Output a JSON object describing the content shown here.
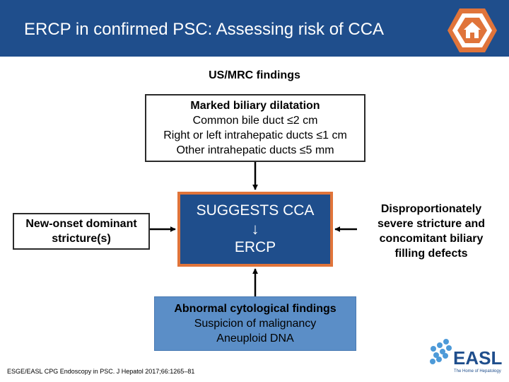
{
  "header": {
    "title": "ERCP in confirmed PSC: Assessing risk of CCA"
  },
  "diagram": {
    "heading": "US/MRC findings",
    "top_box": {
      "title": "Marked biliary dilatation",
      "lines": [
        "Common bile duct ≤2 cm",
        "Right or left intrahepatic ducts ≤1 cm",
        "Other intrahepatic ducts ≤5 mm"
      ]
    },
    "center_box": {
      "line1": "SUGGESTS CCA",
      "arrow": "↓",
      "line2": "ERCP"
    },
    "left_box": {
      "lines": [
        "New-onset dominant",
        "stricture(s)"
      ]
    },
    "right_text": {
      "lines": [
        "Disproportionately",
        "severe stricture and",
        "concomitant biliary",
        "filling defects"
      ]
    },
    "bottom_box": {
      "title": "Abnormal cytological findings",
      "lines": [
        "Suspicion of malignancy",
        "Aneuploid DNA"
      ]
    }
  },
  "footer": {
    "citation": "ESGE/EASL CPG Endoscopy in PSC. J Hepatol 2017;66:1265–81",
    "logo_text": "EASL",
    "logo_tagline": "The Home of Hepatology"
  },
  "colors": {
    "header_bg": "#1f4e8c",
    "center_bg": "#1f4e8c",
    "center_border": "#e0743a",
    "bottom_bg": "#5b8ec7",
    "logo_orange": "#e0743a",
    "logo_blue": "#1f4e8c",
    "logo_light_blue": "#4d9ad8"
  },
  "icons": {
    "home": "home-icon",
    "easl_logo": "easl-logo"
  }
}
